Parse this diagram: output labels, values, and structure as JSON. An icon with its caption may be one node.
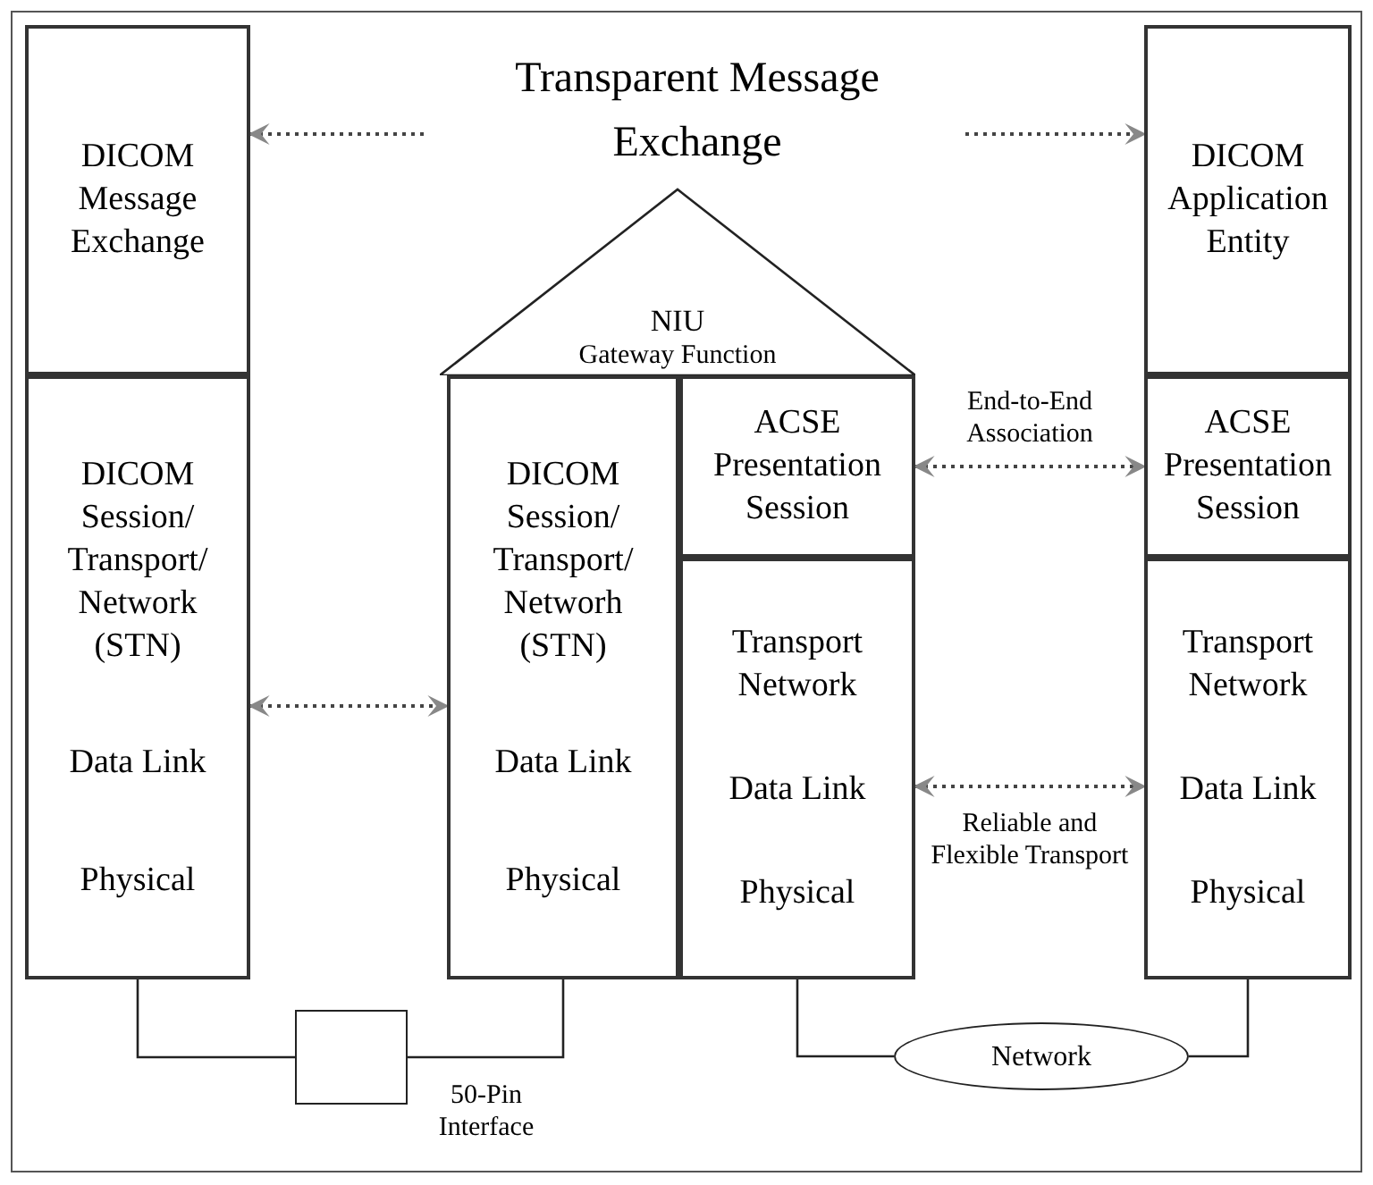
{
  "diagram": {
    "nodes": [
      {
        "text": [
          "DICOM Message Exchange"
        ]
      },
      {
        "text": [
          "DICOM Session/ Transport/ Network (STN)",
          "Data Link",
          "Physical"
        ]
      },
      {
        "text": [
          "NIU",
          "Gateway Function"
        ]
      },
      {
        "text": [
          "DICOM Session/ Transport/ Networh (STN)",
          "Data Link",
          "Physical"
        ]
      },
      {
        "text": [
          "ACSE Presentation Session"
        ]
      },
      {
        "text": [
          "Transport Network",
          "Data Link",
          "Physical"
        ]
      },
      {
        "text": [
          "DICOM Application Entity"
        ]
      },
      {
        "text": [
          "ACSE Presentation Session"
        ]
      },
      {
        "text": [
          "Transport Network",
          "Data Link",
          "Physical"
        ]
      },
      {
        "text": [],
        "shape": "box",
        "beside": [
          "50-Pin Interface"
        ]
      },
      {
        "text": [
          "Network"
        ]
      }
    ],
    "edges": [
      {
        "from": 0,
        "to": 6,
        "arrow": "both",
        "style": "dashed",
        "label": "Transparent Message Exchange"
      },
      {
        "from": 1,
        "to": 3,
        "arrow": "both",
        "style": "dashed"
      },
      {
        "from": 4,
        "to": 7,
        "arrow": "both",
        "style": "dashed",
        "label": "End-to-End Association"
      },
      {
        "from": 5,
        "to": 8,
        "arrow": "both",
        "style": "dashed",
        "label": "Reliable and Flexible Transport"
      },
      {
        "from": 1,
        "to": 9,
        "arrow": "none"
      },
      {
        "from": 9,
        "to": 3,
        "arrow": "none"
      },
      {
        "from": 5,
        "to": 10,
        "arrow": "none"
      },
      {
        "from": 10,
        "to": 8,
        "arrow": "none"
      }
    ]
  }
}
